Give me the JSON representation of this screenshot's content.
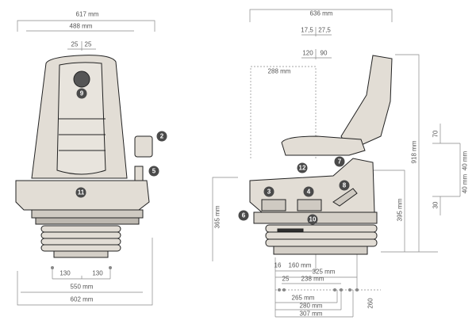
{
  "front_view": {
    "dimensions": {
      "overall_width": "617 mm",
      "backrest_width": "488 mm",
      "offset_left": "25",
      "offset_right": "25",
      "mount_left": "130",
      "mount_right": "130",
      "base_width": "550 mm",
      "base_overall": "602 mm"
    },
    "markers": [
      "9",
      "2",
      "5",
      "11"
    ]
  },
  "side_view": {
    "dimensions": {
      "overall_depth": "636 mm",
      "fore_aft_front": "17,5",
      "fore_aft_rear": "27,5",
      "slide_front": "120",
      "slide_rear": "90",
      "backrest_offset": "288 mm",
      "overall_height": "918 mm",
      "seat_height": "395 mm",
      "suspension_height": "365 mm",
      "height_top": "70",
      "travel_up": "40 mm",
      "travel_down": "40 mm",
      "height_bottom": "30",
      "base_16": "16",
      "base_160": "160 mm",
      "base_325": "325 mm",
      "base_25": "25",
      "base_238": "238 mm",
      "base_265": "265 mm",
      "base_280": "280 mm",
      "base_307": "307 mm",
      "base_260": "260"
    },
    "markers": [
      "12",
      "7",
      "8",
      "3",
      "4",
      "6",
      "10"
    ]
  },
  "colors": {
    "seat_fill": "#e2ddd5",
    "outline": "#222222",
    "marker": "#4a4a4a",
    "dim_line": "#888888"
  }
}
